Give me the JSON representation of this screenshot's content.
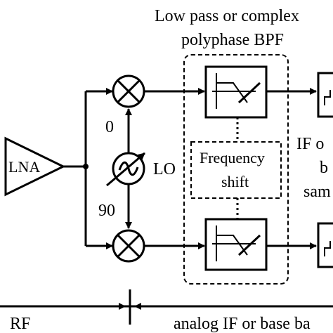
{
  "title": {
    "line1": "Low pass or complex",
    "line2": "polyphase BPF"
  },
  "lna_label": "LNA",
  "lo_label": "LO",
  "phase_0": "0",
  "phase_90": "90",
  "freq_shift": {
    "line1": "Frequency",
    "line2": "shift"
  },
  "if_text": {
    "line1": "IF o",
    "line2": "b",
    "line3": "sam"
  },
  "bottom": {
    "rf": "RF",
    "analog": "analog IF or base ba"
  },
  "icons": [
    "amplifier-icon",
    "mixer-icon",
    "oscillator-icon",
    "filter-icon",
    "adc-icon"
  ]
}
